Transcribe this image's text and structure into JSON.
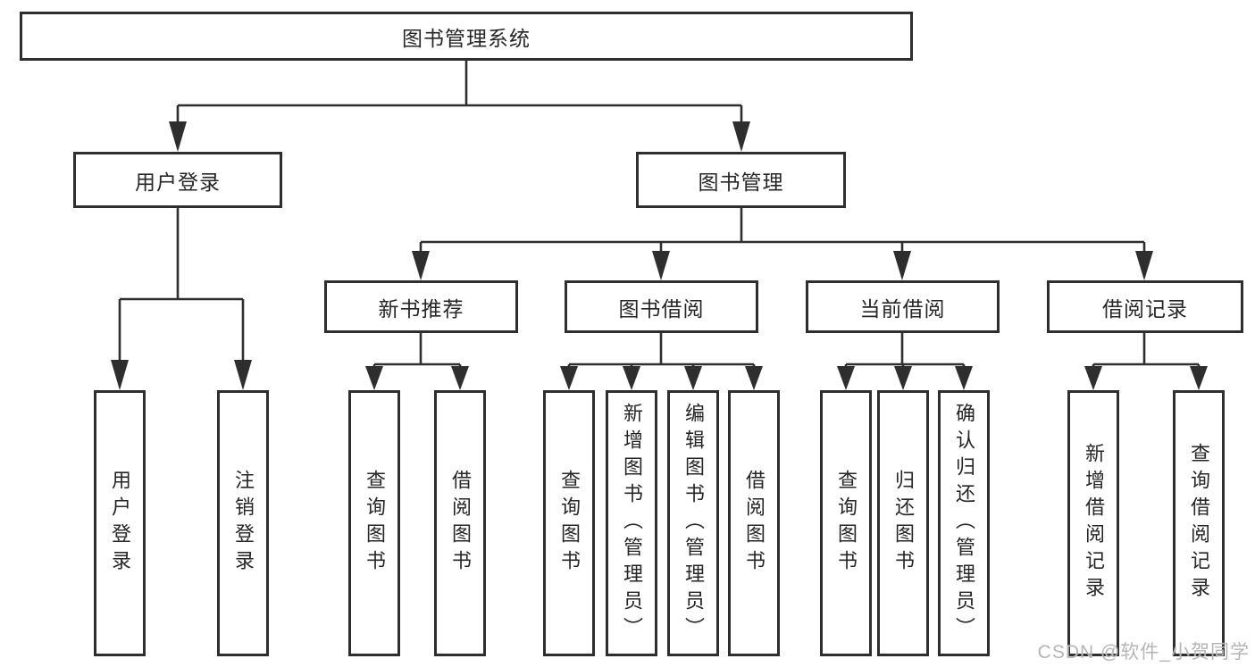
{
  "colors": {
    "line": "#2e2e2e",
    "text": "#262626",
    "watermark": "#b5b5b5",
    "background": "#ffffff"
  },
  "diagram": {
    "root": {
      "label": "图书管理系统"
    },
    "level2": [
      {
        "label": "用户登录"
      },
      {
        "label": "图书管理"
      }
    ],
    "level3": [
      {
        "label": "新书推荐"
      },
      {
        "label": "图书借阅"
      },
      {
        "label": "当前借阅"
      },
      {
        "label": "借阅记录"
      }
    ],
    "leaves": {
      "user_login": [
        {
          "label": "用户登录"
        },
        {
          "label": "注销登录"
        }
      ],
      "new_book_recommend": [
        {
          "label": "查询图书"
        },
        {
          "label": "借阅图书"
        }
      ],
      "book_borrow": [
        {
          "label": "查询图书"
        },
        {
          "label": "新增图书（管理员）"
        },
        {
          "label": "编辑图书（管理员）"
        },
        {
          "label": "借阅图书"
        }
      ],
      "current_borrow": [
        {
          "label": "查询图书"
        },
        {
          "label": "归还图书"
        },
        {
          "label": "确认归还（管理员）"
        }
      ],
      "borrow_records": [
        {
          "label": "新增借阅记录"
        },
        {
          "label": "查询借阅记录"
        }
      ]
    },
    "watermark": "CSDN @软件_小贺同学"
  }
}
